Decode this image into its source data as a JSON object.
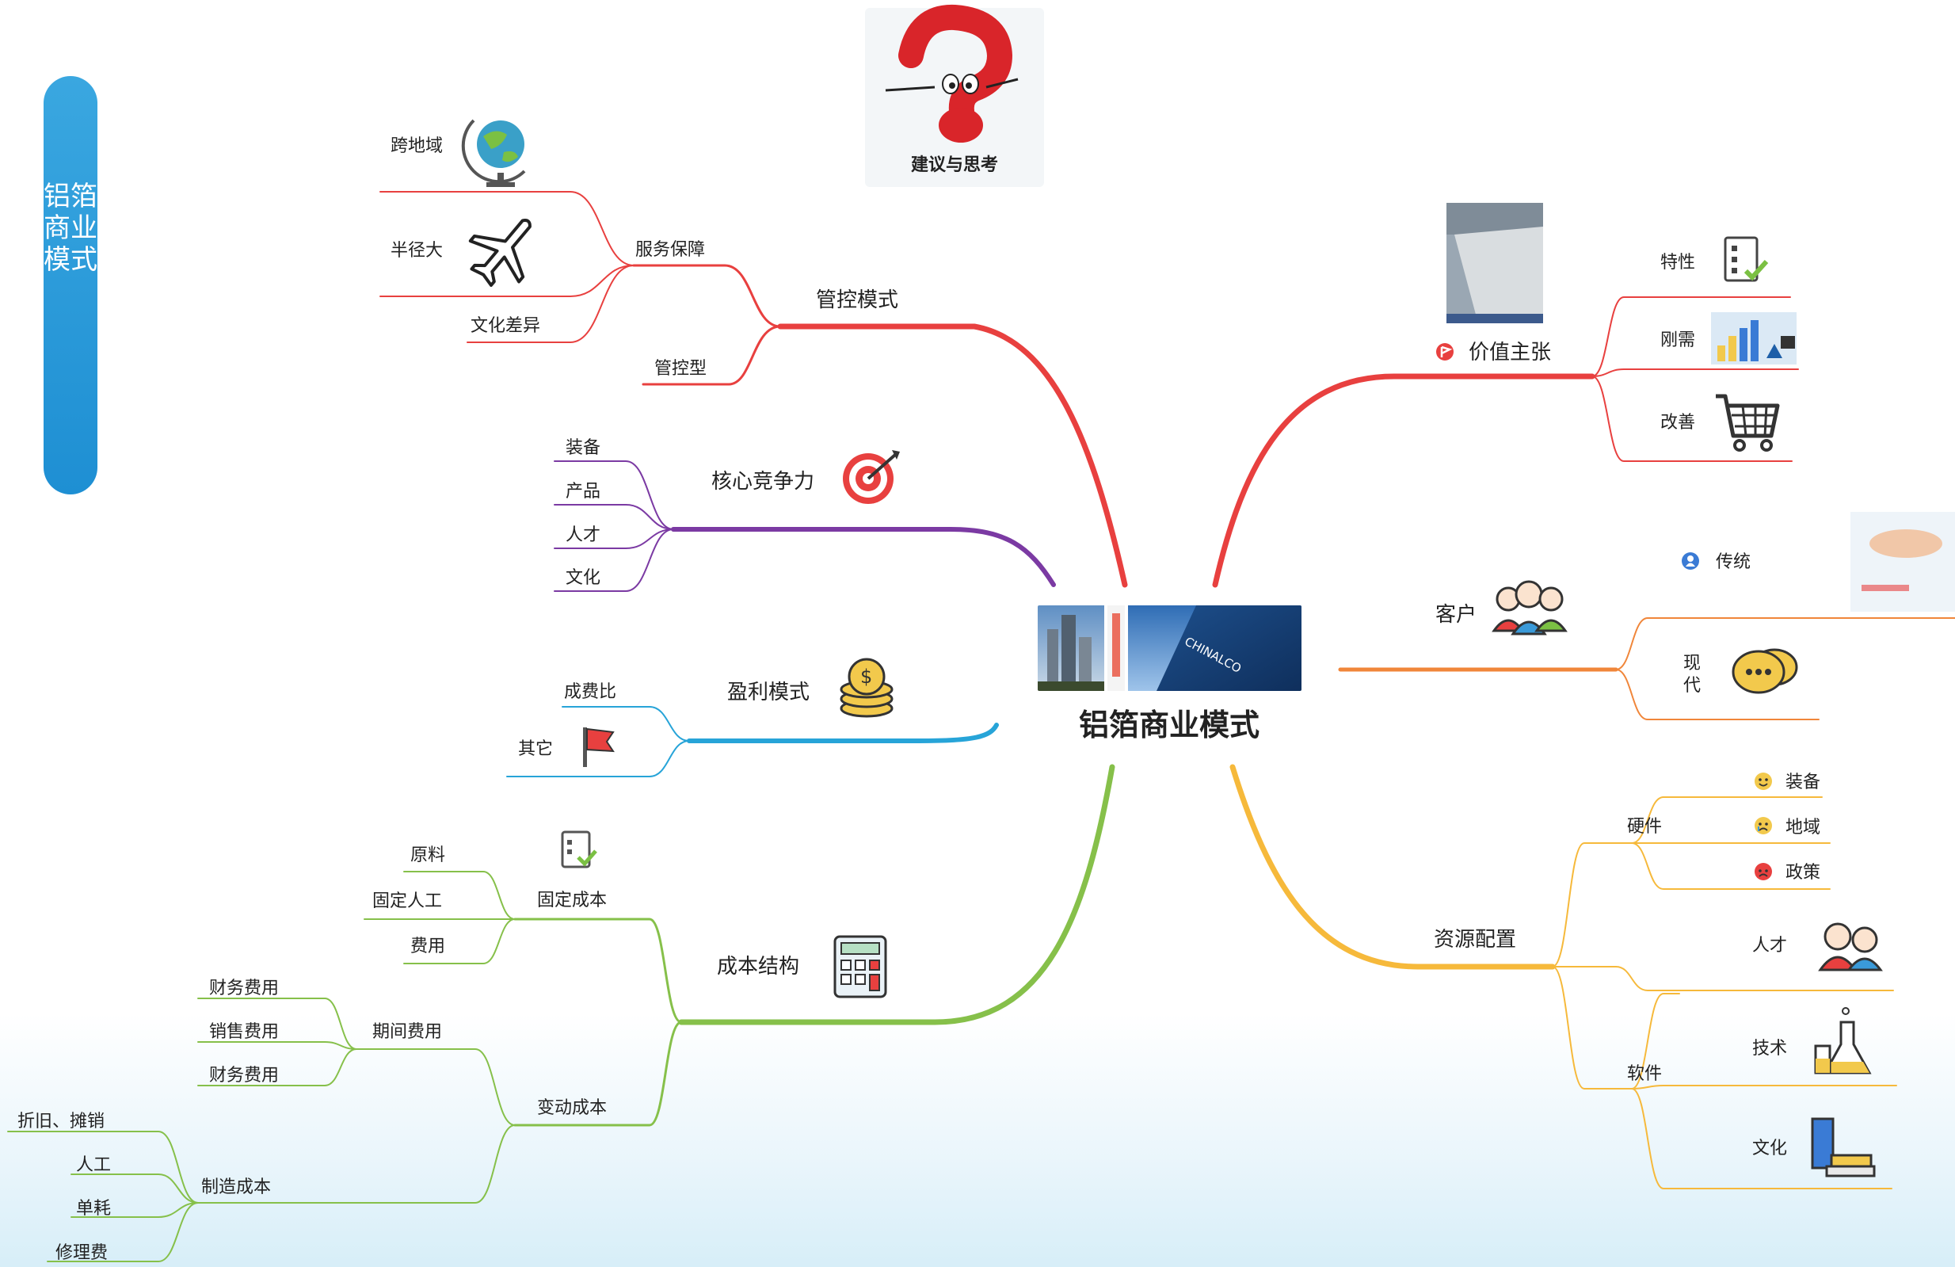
{
  "sidebar": {
    "title": "铝箔商业模式"
  },
  "corner_card": {
    "caption": "建议与思考"
  },
  "center": {
    "title": "铝箔商业模式",
    "photo_text": "CHINALCO"
  },
  "colors": {
    "management": "#e8403f",
    "core": "#7b3aa3",
    "profit": "#27a4d8",
    "cost": "#86c04a",
    "value": "#e8403f",
    "customer": "#f0863a",
    "resource": "#f6b93b",
    "banner": "#2b9bdc"
  },
  "branches": {
    "management": {
      "label": "管控模式",
      "icon": "",
      "children": [
        {
          "label": "服务保障",
          "children": [
            {
              "label": "跨地域",
              "icon": "globe-icon"
            },
            {
              "label": "半径大",
              "icon": "airplane-icon"
            },
            {
              "label": "文化差异"
            }
          ]
        },
        {
          "label": "管控型"
        }
      ]
    },
    "core": {
      "label": "核心竞争力",
      "icon": "target-icon",
      "children": [
        {
          "label": "装备"
        },
        {
          "label": "产品"
        },
        {
          "label": "人才"
        },
        {
          "label": "文化"
        }
      ]
    },
    "profit": {
      "label": "盈利模式",
      "icon": "coins-icon",
      "children": [
        {
          "label": "成费比"
        },
        {
          "label": "其它",
          "icon": "flag-icon"
        }
      ]
    },
    "cost": {
      "label": "成本结构",
      "icon": "calculator-icon",
      "children": [
        {
          "label": "固定成本",
          "icon": "checklist-icon",
          "children": [
            {
              "label": "原料"
            },
            {
              "label": "固定人工"
            },
            {
              "label": "费用"
            }
          ]
        },
        {
          "label": "变动成本",
          "children": [
            {
              "label": "期间费用",
              "children": [
                {
                  "label": "财务费用"
                },
                {
                  "label": "销售费用"
                },
                {
                  "label": "财务费用"
                }
              ]
            },
            {
              "label": "制造成本",
              "children": [
                {
                  "label": "折旧、摊销"
                },
                {
                  "label": "人工"
                },
                {
                  "label": "单耗"
                },
                {
                  "label": "修理费"
                }
              ]
            }
          ]
        }
      ]
    },
    "value": {
      "label": "价值主张",
      "icon": "flag-badge-icon",
      "children": [
        {
          "label": "特性",
          "icon": "checklist-icon"
        },
        {
          "label": "刚需",
          "icon": "business-icon"
        },
        {
          "label": "改善",
          "icon": "cart-icon"
        }
      ]
    },
    "customer": {
      "label": "客户",
      "icon": "people-icon",
      "children": [
        {
          "label": "传统",
          "icon": "person-badge-icon"
        },
        {
          "label": "现代",
          "icon": "chat-bubbles-icon"
        }
      ]
    },
    "resource": {
      "label": "资源配置",
      "children": [
        {
          "label": "硬件",
          "children": [
            {
              "label": "装备",
              "icon": "smile-icon"
            },
            {
              "label": "地域",
              "icon": "cry-icon"
            },
            {
              "label": "政策",
              "icon": "angry-icon"
            }
          ]
        },
        {
          "label": "人才",
          "icon": "people-icon"
        },
        {
          "label": "软件",
          "children": [
            {
              "label": "技术",
              "icon": "flask-icon"
            },
            {
              "label": "文化",
              "icon": "books-icon"
            }
          ]
        }
      ]
    }
  }
}
